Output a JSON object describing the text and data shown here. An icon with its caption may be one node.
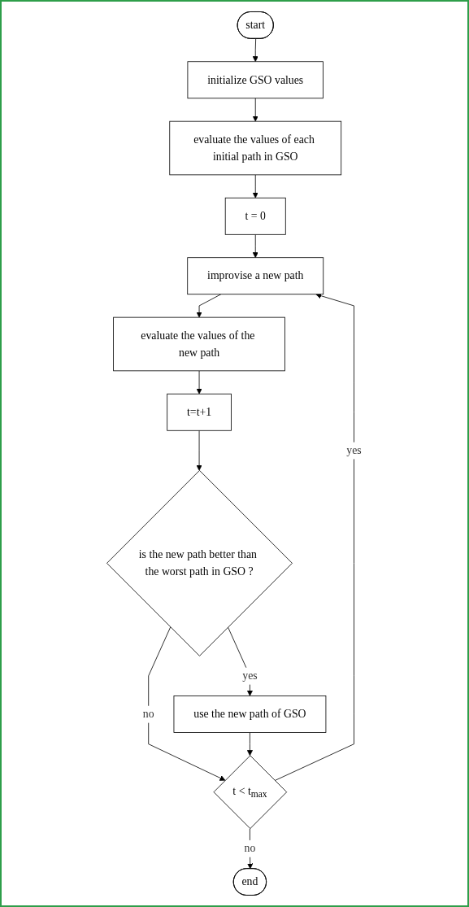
{
  "diagram": {
    "nodes": [
      {
        "text": [
          "start"
        ]
      },
      {
        "text": [
          "initialize GSO values"
        ]
      },
      {
        "text": [
          "evaluate the values of each initial path in GSO"
        ]
      },
      {
        "text": [
          "t = 0"
        ]
      },
      {
        "text": [
          "improvise a new path"
        ]
      },
      {
        "text": [
          "evaluate the values of the new path"
        ]
      },
      {
        "text": [
          "t=t+1"
        ]
      },
      {
        "text": [
          "is the new path better than the worst path in GSO ?"
        ]
      },
      {
        "text": [
          "use the new path of GSO"
        ]
      },
      {
        "text": [
          "t < t$_{max}$"
        ]
      },
      {
        "text": [
          "end"
        ]
      }
    ],
    "edges": [
      {
        "from": 0,
        "to": 1,
        "arrow": "to"
      },
      {
        "from": 1,
        "to": 2,
        "arrow": "to"
      },
      {
        "from": 2,
        "to": 3,
        "arrow": "to"
      },
      {
        "from": 3,
        "to": 4,
        "arrow": "to"
      },
      {
        "from": 4,
        "to": 5,
        "arrow": "to"
      },
      {
        "from": 5,
        "to": 6,
        "arrow": "to"
      },
      {
        "from": 6,
        "to": 7,
        "arrow": "to"
      },
      {
        "from": 7,
        "to": 8,
        "label": "yes",
        "arrow": "to"
      },
      {
        "from": 7,
        "to": 9,
        "label": "no",
        "arrow": "to"
      },
      {
        "from": 8,
        "to": 9,
        "arrow": "to"
      },
      {
        "from": 9,
        "to": 4,
        "label": "yes",
        "arrow": "to"
      },
      {
        "from": 9,
        "to": 10,
        "label": "no",
        "arrow": "to"
      }
    ]
  }
}
